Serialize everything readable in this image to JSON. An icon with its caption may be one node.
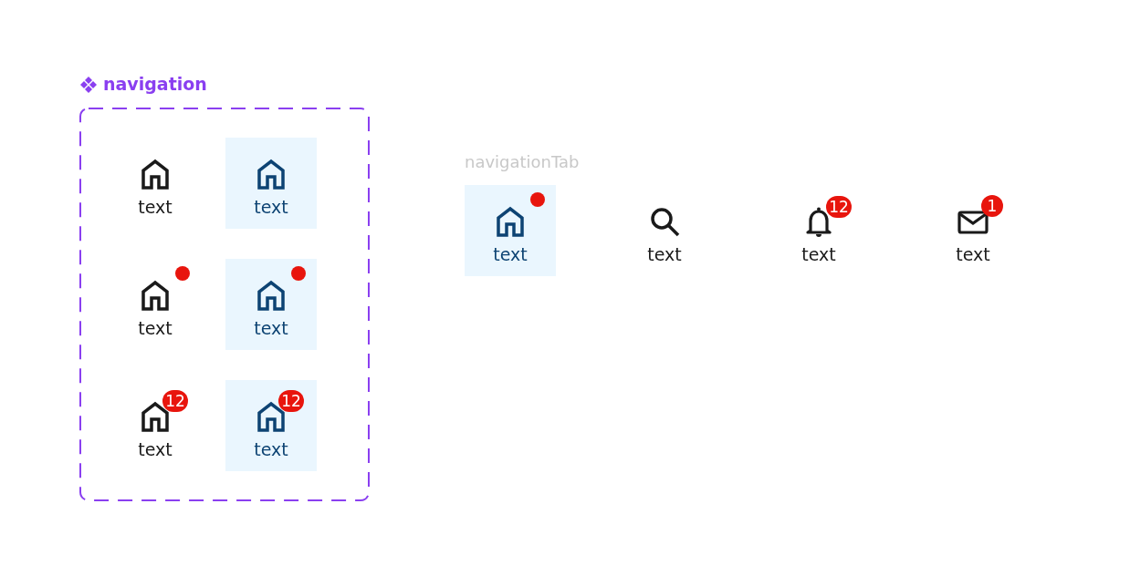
{
  "diagram": {
    "nodes": [
      {
        "text": [
          "navigation"
        ]
      },
      {
        "text": [
          "text"
        ],
        "in": 0
      },
      {
        "text": [
          "text"
        ],
        "in": 0
      },
      {
        "text": [
          "text"
        ],
        "in": 0
      },
      {
        "text": [],
        "shape": "circle",
        "in": 0
      },
      {
        "text": [
          "text"
        ],
        "in": 0
      },
      {
        "text": [],
        "shape": "circle",
        "in": 5
      },
      {
        "text": [
          "text"
        ],
        "in": 0
      },
      {
        "text": [
          "12"
        ],
        "in": 0
      },
      {
        "text": [
          "text"
        ],
        "in": 0
      },
      {
        "text": [
          "12"
        ],
        "in": 9
      },
      {
        "text": [
          "text"
        ]
      },
      {
        "text": [],
        "shape": "circle",
        "in": 11
      },
      {
        "text": [
          "text"
        ]
      },
      {
        "text": [
          "text"
        ]
      },
      {
        "text": [
          "12"
        ]
      },
      {
        "text": [
          "text"
        ]
      },
      {
        "text": [
          "1"
        ]
      }
    ],
    "edges": [],
    "labels": [
      "navigationTab"
    ]
  }
}
